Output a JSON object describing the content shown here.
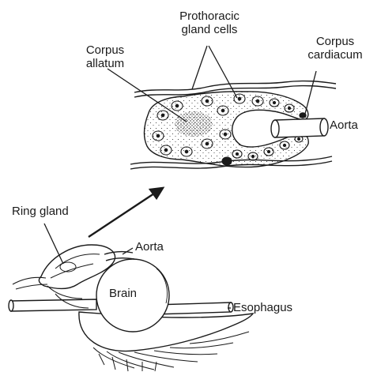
{
  "labels": {
    "prothoracic_line1": "Prothoracic",
    "prothoracic_line2": "gland cells",
    "corpus_allatum_line1": "Corpus",
    "corpus_allatum_line2": "allatum",
    "corpus_cardiacum_line1": "Corpus",
    "corpus_cardiacum_line2": "cardiacum",
    "aorta_top": "Aorta",
    "ring_gland": "Ring gland",
    "aorta_bottom": "Aorta",
    "brain": "Brain",
    "esophagus": "Esophagus"
  },
  "colors": {
    "ink": "#1a1a1a",
    "background": "#ffffff"
  }
}
